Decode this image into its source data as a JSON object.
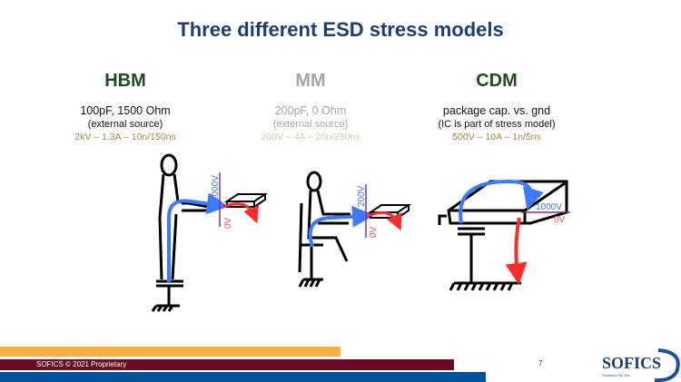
{
  "title": "Three different ESD stress models",
  "models": [
    {
      "name": "HBM",
      "line1": "100pF, 1500 Ohm",
      "line2": "(external source)",
      "line3": "2kV – 1.3A – 10n/150ns",
      "v_high": "2000V",
      "v_low": "0V"
    },
    {
      "name": "MM",
      "line1": "200pF, 0 Ohm",
      "line2": "(external source)",
      "line3": "200V – 4A – 20n/250ns",
      "v_high": "200V",
      "v_low": "0V"
    },
    {
      "name": "CDM",
      "line1": "package cap. vs. gnd",
      "line2": "(IC is part of stress model)",
      "line3": "500V – 10A – 1n/5ns",
      "v_high": "1000V",
      "v_low": "0V"
    }
  ],
  "footer": {
    "copyright": "SOFICS © 2021 Proprietary",
    "page": "7",
    "logo": "SOFICS",
    "logo_tagline": "Solutions For ICs"
  },
  "colors": {
    "title": "#1c3f73",
    "orange": "#f5b041",
    "maroon": "#6b0a24",
    "blue": "#00539b",
    "current_blue": "#3b7bff",
    "current_red": "#ff2a2a"
  }
}
